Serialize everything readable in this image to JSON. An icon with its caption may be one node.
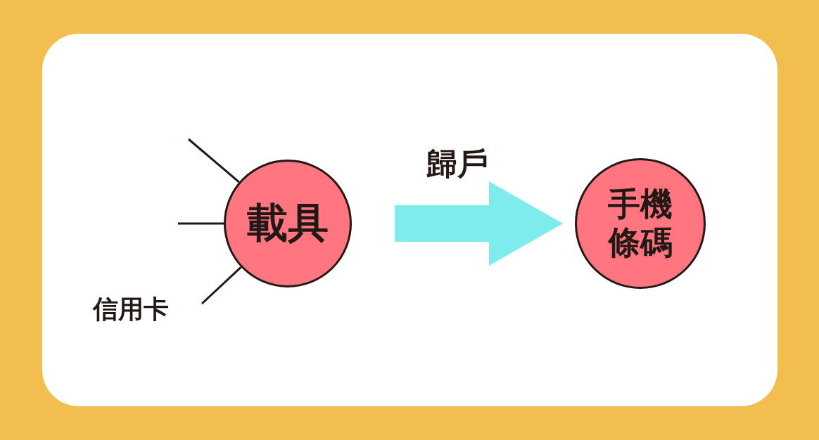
{
  "diagram": {
    "nodes": [
      {
        "text": [
          "信用卡"
        ]
      },
      {
        "text": [
          "載具"
        ]
      },
      {
        "text": [
          "手機條碼"
        ]
      }
    ],
    "edges": [
      {
        "from": null,
        "to": 1,
        "arrow": "none"
      },
      {
        "from": null,
        "to": 1,
        "arrow": "none"
      },
      {
        "from": 0,
        "to": 1,
        "arrow": "none"
      },
      {
        "from": 1,
        "to": 2,
        "arrow": "to",
        "label": "歸戶",
        "style": "thick",
        "color": "#7eecec"
      }
    ]
  }
}
